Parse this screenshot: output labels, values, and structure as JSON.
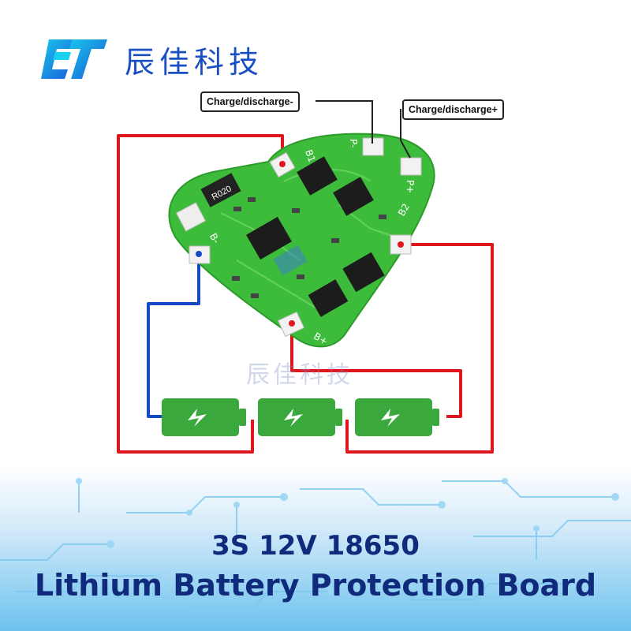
{
  "brand": {
    "name": "辰佳科技",
    "logo_icon": "ct-logo-icon",
    "color": "#1a4fc4"
  },
  "watermark": "辰佳科技",
  "callouts": {
    "negative": "Charge/discharge-",
    "positive": "Charge/discharge+"
  },
  "pcb": {
    "resistor_label": "R020",
    "pads": {
      "p_minus": "P-",
      "p_plus": "P+",
      "b1": "B1",
      "b2": "B2",
      "b_minus": "B-",
      "b_plus": "B+"
    },
    "board_color": "#3dbb3a"
  },
  "wires": {
    "positive_color": "#e0161f",
    "negative_color": "#1549c7"
  },
  "batteries": {
    "count": 3,
    "icon": "lightning-bolt-icon",
    "color": "#3aa83c"
  },
  "banner": {
    "line1": "3S 12V 18650",
    "line2": "Lithium Battery Protection Board",
    "text_color": "#102a7c"
  }
}
